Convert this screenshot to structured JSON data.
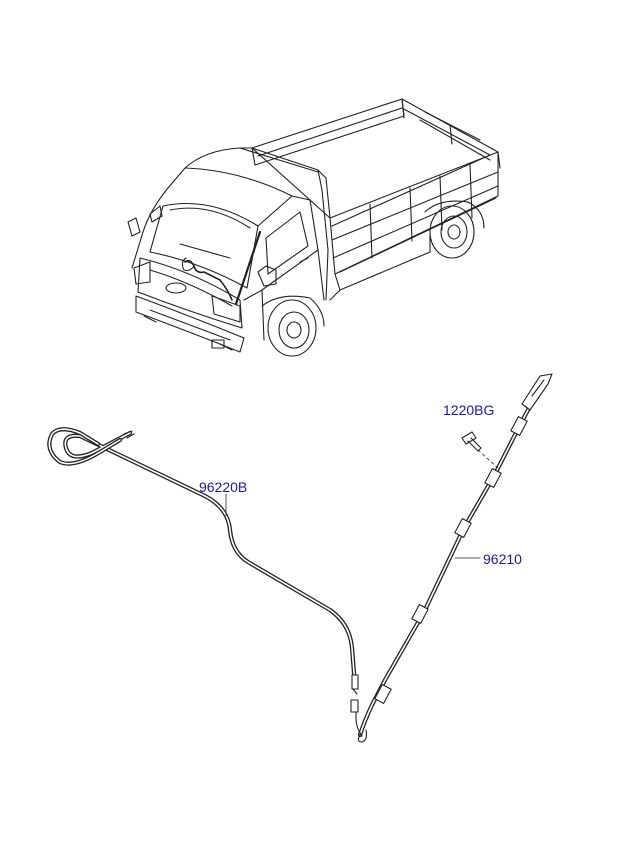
{
  "labels": {
    "bolt": "1220BG",
    "cable": "96220B",
    "antenna": "96210"
  },
  "colors": {
    "label": "#1a1aa8",
    "line": "#222222",
    "background": "#ffffff"
  },
  "icons": {
    "truck": "truck-illustration-icon",
    "cable": "antenna-cable-icon",
    "antenna": "antenna-rod-icon",
    "bolt": "bolt-icon"
  }
}
